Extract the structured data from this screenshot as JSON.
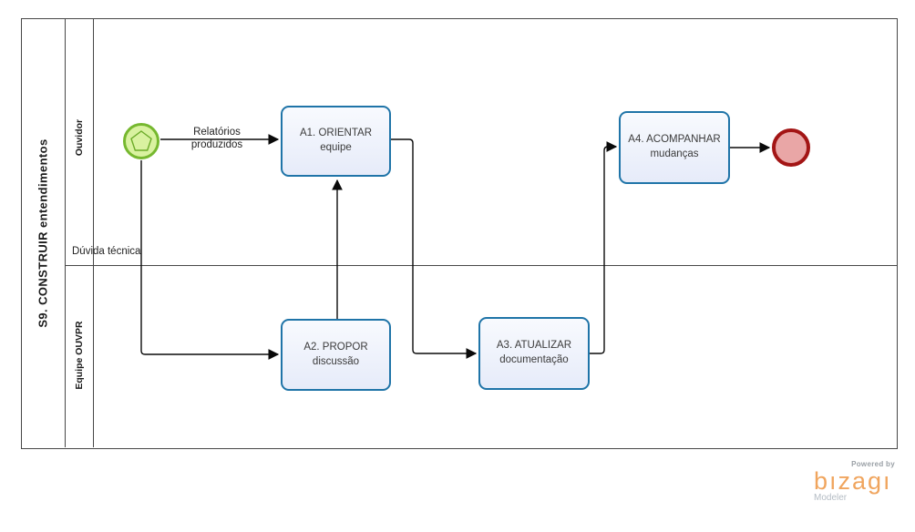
{
  "diagram": {
    "pool_title": "S9. CONSTRUIR entendimentos",
    "lanes": [
      {
        "label": "Ouvidor"
      },
      {
        "label": "Equipe OUVPR"
      }
    ],
    "tasks": [
      {
        "id": "A1",
        "label": "A1. ORIENTAR equipe"
      },
      {
        "id": "A2",
        "label": "A2. PROPOR discussão"
      },
      {
        "id": "A3",
        "label": "A3. ATUALIZAR documentação"
      },
      {
        "id": "A4",
        "label": "A4. ACOMPANHAR mudanças"
      }
    ],
    "events": [
      {
        "id": "start",
        "type": "multiple-start-event"
      },
      {
        "id": "end",
        "type": "end-event"
      }
    ],
    "flow_labels": {
      "relatorios_line1": "Relatórios",
      "relatorios_line2": "produzidos",
      "duvida": "Dúvida técnica"
    }
  },
  "branding": {
    "powered_by": "Powered by",
    "brand": "bızagı",
    "product": "Modeler"
  },
  "colors": {
    "task_border": "#1f74a8",
    "task_fill": "#e6ebf9",
    "start_border": "#76b82f",
    "start_fill": "#d9f2a0",
    "end_border": "#a31515",
    "end_fill": "#e9a6a6",
    "pool_border": "#474747",
    "brand_orange": "#f0a55e",
    "powered_gray": "#9aa0a6",
    "modeler_gray": "#b4bcc4",
    "text": "#333333"
  }
}
